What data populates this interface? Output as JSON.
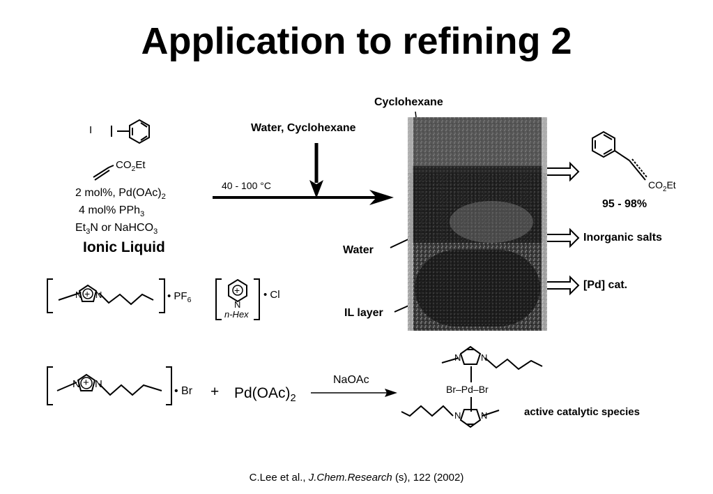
{
  "title": "Application to refining 2",
  "reaction": {
    "substituent": "CO2Et",
    "conditions": [
      "2 mol%, Pd(OAc)2",
      "4 mol% PPh3",
      "Et3N or NaHCO3"
    ],
    "solvent": "Ionic Liquid",
    "added": "Water, Cyclohexane",
    "temperature": "40 - 100 °C"
  },
  "vial": {
    "top_label": "Cyclohexane",
    "middle_label": "Water",
    "bottom_label": "IL layer"
  },
  "products": {
    "substituent": "CO2Et",
    "yield": "95 - 98%",
    "output1": "Inorganic salts",
    "output2": "[Pd] cat."
  },
  "ionic_liquids": {
    "il1_anion": "PF6",
    "il2_anion": "Cl",
    "il2_substituent": "n-Hex"
  },
  "bottom_reaction": {
    "anion": "Br",
    "plus": "+",
    "reagent": "Pd(OAc)2",
    "arrow_label": "NaOAc",
    "complex_center": "Br–Pd–Br",
    "caption": "active catalytic species"
  },
  "citation": {
    "authors": "C.Lee et al.,",
    "journal": "J.Chem.Research",
    "details": "(s), 122 (2002)"
  }
}
